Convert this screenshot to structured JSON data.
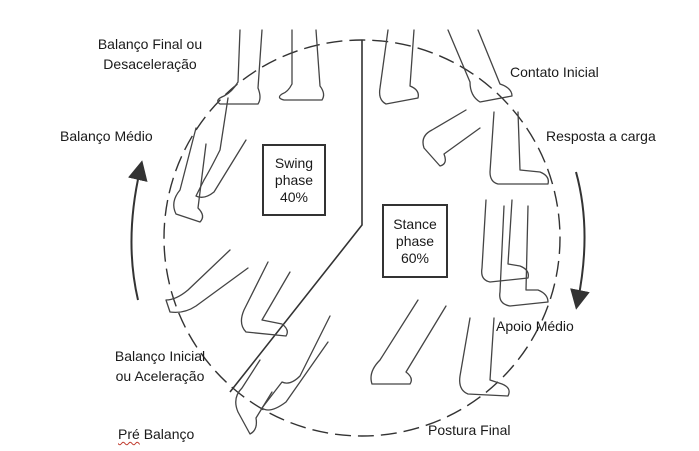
{
  "labels": {
    "terminal_swing_line1": "Balanço Final ou",
    "terminal_swing_line2": "Desaceleração",
    "initial_contact": "Contato Inicial",
    "mid_swing": "Balanço Médio",
    "loading_response": "Resposta a carga",
    "mid_stance": "Apoio Médio",
    "initial_swing_line1": "Balanço Inicial",
    "initial_swing_line2": "ou Aceleração",
    "pre_swing_word1": "Pré",
    "pre_swing_word2": "Balanço",
    "terminal_stance": "Postura Final"
  },
  "swing_box": {
    "line1": "Swing",
    "line2": "phase",
    "line3": "40%"
  },
  "stance_box": {
    "line1": "Stance",
    "line2": "phase",
    "line3": "60%"
  },
  "icons": {
    "cycle_ring": "dashed-circle",
    "direction_arrows": "clockwise-arrows",
    "figures": "leg-and-foot-line-drawings"
  },
  "colors": {
    "ink": "#333333",
    "text": "#1a1a1a",
    "spell_mark": "#c0392b"
  }
}
